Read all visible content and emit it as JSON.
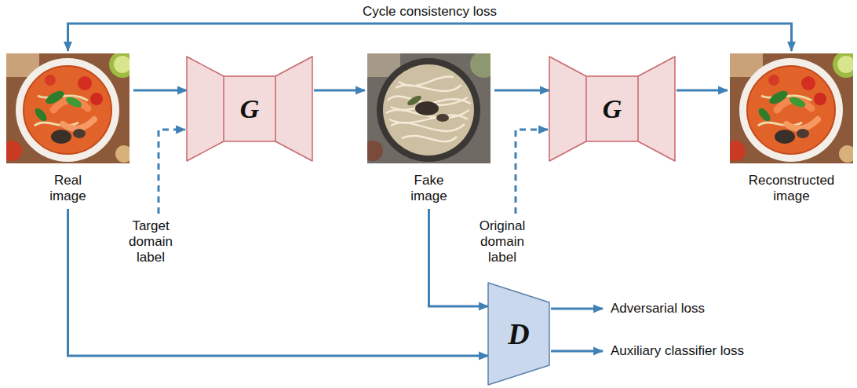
{
  "diagram": {
    "nodes": [
      {
        "text": [
          "Real image"
        ]
      },
      {
        "text": [
          "G"
        ]
      },
      {
        "text": [
          "Fake image"
        ]
      },
      {
        "text": [
          "G"
        ]
      },
      {
        "text": [
          "Reconstructed image"
        ]
      },
      {
        "text": [
          "D"
        ]
      }
    ],
    "edges": [
      {
        "from": 0,
        "to": 1,
        "arrow": "to"
      },
      {
        "from": 1,
        "to": 2,
        "arrow": "to"
      },
      {
        "from": 2,
        "to": 3,
        "arrow": "to"
      },
      {
        "from": 3,
        "to": 4,
        "arrow": "to"
      },
      {
        "from": 0,
        "to": 5,
        "arrow": "to"
      },
      {
        "from": 2,
        "to": 5,
        "arrow": "to"
      },
      {
        "from": 0,
        "to": 4,
        "label": "Cycle consistency loss",
        "arrow": "both"
      }
    ],
    "labels": [
      "Target domain label",
      "Original domain label",
      "Adversarial loss",
      "Auxiliary classifier loss"
    ]
  }
}
